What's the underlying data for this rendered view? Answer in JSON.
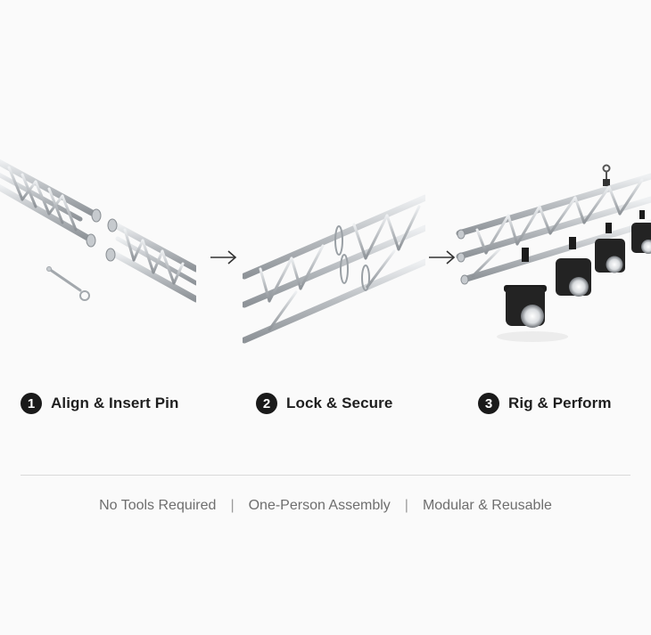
{
  "steps": [
    {
      "number": "1",
      "label": "Align & Insert Pin"
    },
    {
      "number": "2",
      "label": "Lock & Secure"
    },
    {
      "number": "3",
      "label": "Rig & Perform"
    }
  ],
  "features": [
    "No Tools Required",
    "One-Person Assembly",
    "Modular & Reusable"
  ],
  "separator": "|",
  "colors": {
    "background": "#fafafa",
    "badge": "#1a1a1a",
    "truss": "#b9bdc1",
    "fixture": "#1c1c1c",
    "divider": "#d9d9d9"
  },
  "icons": [
    "arrow-right-icon",
    "arrow-right-icon"
  ]
}
